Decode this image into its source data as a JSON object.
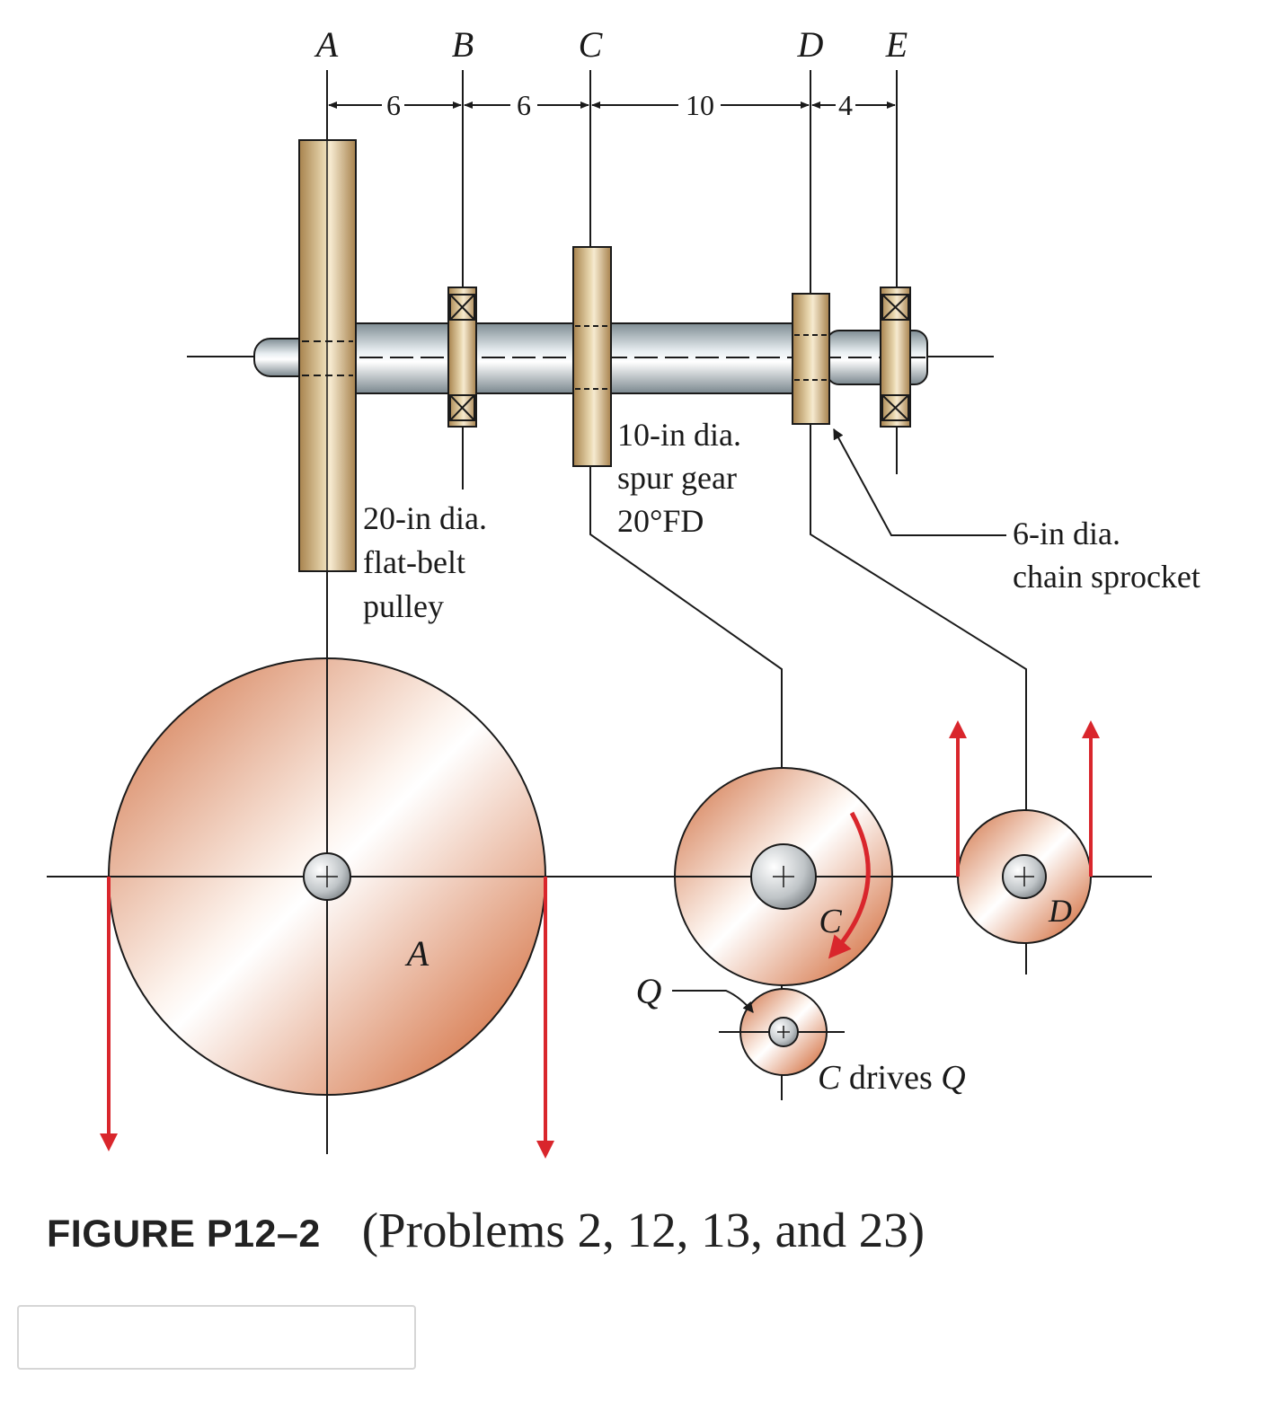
{
  "diagram": {
    "station_labels": [
      "A",
      "B",
      "C",
      "D",
      "E"
    ],
    "dimensions": [
      "6",
      "6",
      "10",
      "4"
    ],
    "pulley_label": [
      "20-in dia.",
      "flat-belt",
      "pulley"
    ],
    "gear_label": [
      "10-in dia.",
      "spur gear",
      "20°FD"
    ],
    "sprocket_label": [
      "6-in dia.",
      "chain sprocket"
    ],
    "end_view": {
      "pulley_letter": "A",
      "gear_letter": "C",
      "sprocket_letter": "D",
      "pinion_letter": "Q",
      "drive_note_c": "C",
      "drive_note_mid": " drives ",
      "drive_note_q": "Q"
    },
    "colors": {
      "force_arrow": "#d9262c",
      "disk_orange": "#d77a4e",
      "hub_brass": "#b08d5a",
      "shaft_steel": "#9aa8b0"
    }
  },
  "caption": {
    "figure_id": "FIGURE P12–2",
    "problems": "(Problems 2, 12, 13, and 23)"
  },
  "answer_input": {
    "value": "",
    "placeholder": ""
  }
}
